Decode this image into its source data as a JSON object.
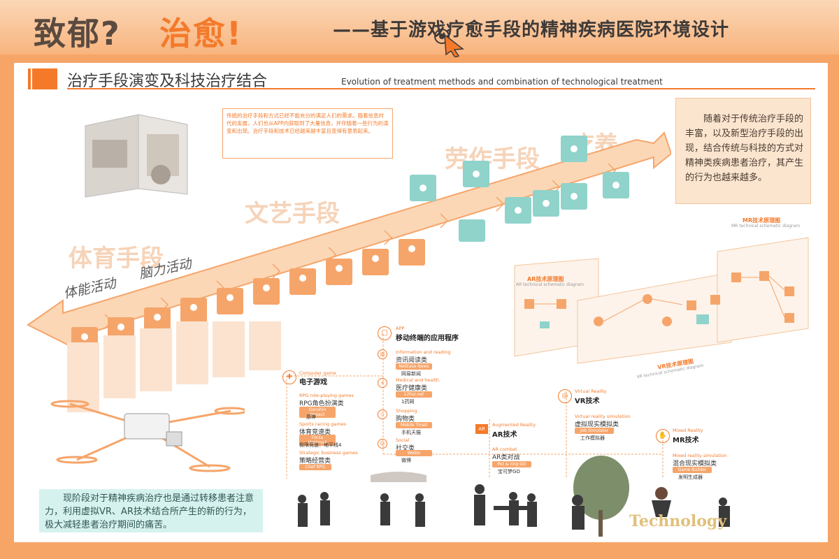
{
  "header": {
    "title_a": "致郁?",
    "title_b": "治愈!",
    "subtitle": "——基于游戏疗愈手段的精神疾病医院环境设计"
  },
  "section": {
    "title": "治疗手段演变及科技治疗结合",
    "title_en": "Evolution of treatment methods and combination of technological treatment"
  },
  "intro_text": "传统的治疗手段和方式已经不能充分的满足人们的需求。随着信息时代的发展，人们也从APP内获取到了大量信息，并伴随着一些行为的演变和出现。治疗手段和技术已经越来越丰富且变得有意思起来。",
  "right_text": "随着对于传统治疗手段的丰富，以及新型治疗手段的出现，结合传统与科技的方式对精神类疾病患者治疗，其产生的行为也越来越多。",
  "bottom_left_text": "现阶段对于精神疾病治疗也是通过转移患者注意力，利用虚拟VR、AR技术结合所产生的新的行为，极大减轻患者治疗期间的痛苦。",
  "timeline": {
    "big_labels": [
      "体育手段",
      "文艺手段",
      "劳作手段",
      "疗养"
    ],
    "small_labels": [
      "体能活动",
      "脑力活动"
    ]
  },
  "colors": {
    "accent": "#f47a2a",
    "panel_bg": "#ffffff",
    "outer_bg": "#f7a566",
    "teal": "#8fd3cb",
    "teal_box": "#d6f2ef",
    "cream_box": "#fbe5cf"
  },
  "tech": {
    "app": {
      "en": "APP",
      "cn": "移动终端的应用程序"
    },
    "app_items": [
      {
        "en": "Information and reading",
        "cn": "资讯阅读类",
        "pill": "NetEase News",
        "pill_cn": "网易新闻"
      },
      {
        "en": "Medical and health",
        "cn": "医疗健康类",
        "pill": "12hui.net",
        "pill_cn": "1药网"
      },
      {
        "en": "Shopping",
        "cn": "购物类",
        "pill": "Mobile Tmall",
        "pill_cn": "手机天猫"
      },
      {
        "en": "Social",
        "cn": "社交类",
        "pill": "Weibo",
        "pill_cn": "微博"
      }
    ],
    "game": {
      "en": "Computer game",
      "cn": "电子游戏"
    },
    "game_items": [
      {
        "en": "RPG role-playing games",
        "cn": "RPG角色扮演类",
        "pill": "Genshin Impact",
        "pill_cn": "原神"
      },
      {
        "en": "Sports racing games",
        "cn": "体育竞速类",
        "pill": "Forza Horizon4",
        "pill_cn": "极限竞速：地平线4"
      },
      {
        "en": "Strategic business games",
        "cn": "策略经营类",
        "pill": "Chef RPG",
        "pill_cn": ""
      }
    ],
    "ar": {
      "en": "Augmented Reality",
      "cn": "AR技术",
      "item_en": "AR combat",
      "item_cn": "AR类对战",
      "pill": "Pet & ring GO",
      "pill_cn": "宝可梦GO"
    },
    "vr": {
      "en": "Virtual Reality",
      "cn": "VR技术",
      "item_en": "Virtual reality simulation",
      "item_cn": "虚拟现实模拟类",
      "pill": "Job Simulator",
      "pill_cn": "工作模拟器"
    },
    "mr": {
      "en": "Mixed Reality",
      "cn": "MR技术",
      "item_en": "Mixed reality simulation",
      "item_cn": "混合现实模拟类",
      "pill": "Game Builder",
      "pill_cn": "发明生成器"
    }
  },
  "diagrams": {
    "mr": {
      "cn": "MR技术原理图",
      "en": "MR technical schematic diagram"
    },
    "ar": {
      "cn": "AR技术原理图",
      "en": "AR technical schematic diagram"
    },
    "vr": {
      "cn": "VR技术原理图",
      "en": "VR technical schematic diagram"
    }
  },
  "technology_word": "Technology"
}
